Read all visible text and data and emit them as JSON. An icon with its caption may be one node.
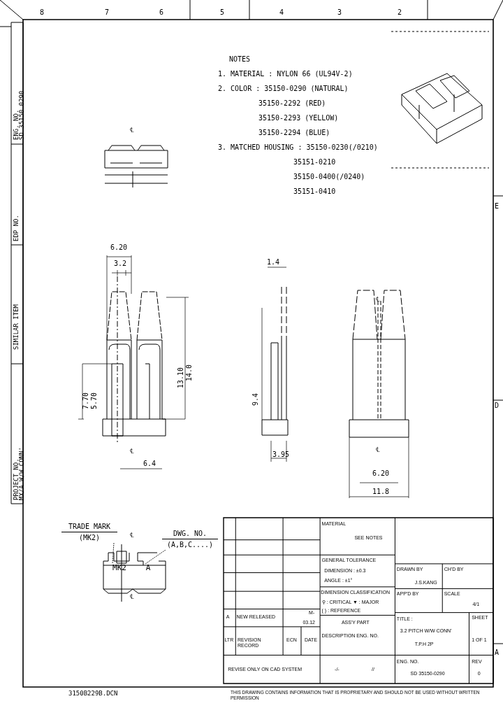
{
  "diagram": {
    "nodes": [
      {
        "text": [
          "TRADE MARK",
          "(MK2)"
        ]
      },
      {
        "text": [
          "DWG. NO.",
          "(A,B,C....)"
        ]
      },
      {
        "text": [
          "MK2"
        ]
      },
      {
        "text": [
          "A"
        ]
      }
    ],
    "edges": [
      {
        "from": 0,
        "to": 2,
        "arrow": "none"
      },
      {
        "from": 1,
        "to": 3,
        "arrow": "none"
      }
    ],
    "labels": [
      "8",
      "7",
      "6",
      "5",
      "4",
      "3",
      "2",
      "E",
      "D",
      "A",
      "ENG. NO.",
      "SD 35150 0290",
      "EDP NO.",
      "SIMILAR ITEM",
      "PROJECT NO.",
      "MX/A W/W CONN'",
      "NOTES",
      "1. MATERIAL : NYLON 66 (UL94V-2)",
      "2. COLOR : 35150-0290 (NATURAL)",
      "35150-2292 (RED)",
      "35150-2293 (YELLOW)",
      "35150-2294 (BLUE)",
      "3. MATCHED HOUSING : 35150-0230(/0210)",
      "35151-0210",
      "35150-0400(/0240)",
      "35151-0410",
      "℄",
      "6.20",
      "3.2",
      "13.10",
      "14.0",
      "7.70",
      "5.70",
      "℄",
      "6.4",
      "1.4",
      "9.4",
      "3.95",
      "℄",
      "℄",
      "6.20",
      "11.8",
      "℄",
      "℄",
      "MATERIAL",
      "SEE NOTES",
      "GENERAL TOLERANCE",
      "DIMENSION : ±0.3",
      "ANGLE : ±1°",
      "DIMENSION CLASSIFICATION",
      "⚲ : CRITICAL ▼ : MAJOR",
      "( ) : REFERENCE",
      "DRAWN BY",
      "J.S.KANG",
      "CH'D BY",
      "APP'D BY",
      "SCALE",
      "4/1",
      "A",
      "NEW RELEASED",
      "M-",
      "03.12",
      "LTR",
      "REVISION RECORD",
      "ECN",
      "DATE",
      "ASS'Y PART",
      "DESCRIPTION ENG. NO.",
      "TITLE :",
      "3.2 PITCH W/W CONN'",
      "T.P.H 2P",
      "SHEET",
      "1 OF 1",
      "REVISE ONLY ON CAD SYSTEM",
      "-/-",
      "//",
      "ENG. NO.",
      "SD 35150-0290",
      "REV",
      "0",
      "3150B229B.DCN",
      "THIS DRAWING CONTAINS INFORMATION THAT IS PROPRIETARY AND SHOULD NOT BE USED WITHOUT WRITTEN PERMISSION"
    ]
  }
}
